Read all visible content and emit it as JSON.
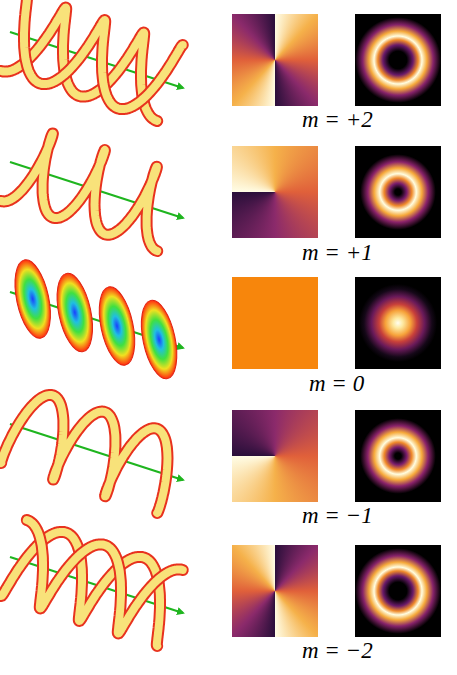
{
  "diagram": {
    "labels": [
      "m = +2",
      "m = +1",
      "m = 0",
      "m = −1",
      "m = −2"
    ]
  }
}
